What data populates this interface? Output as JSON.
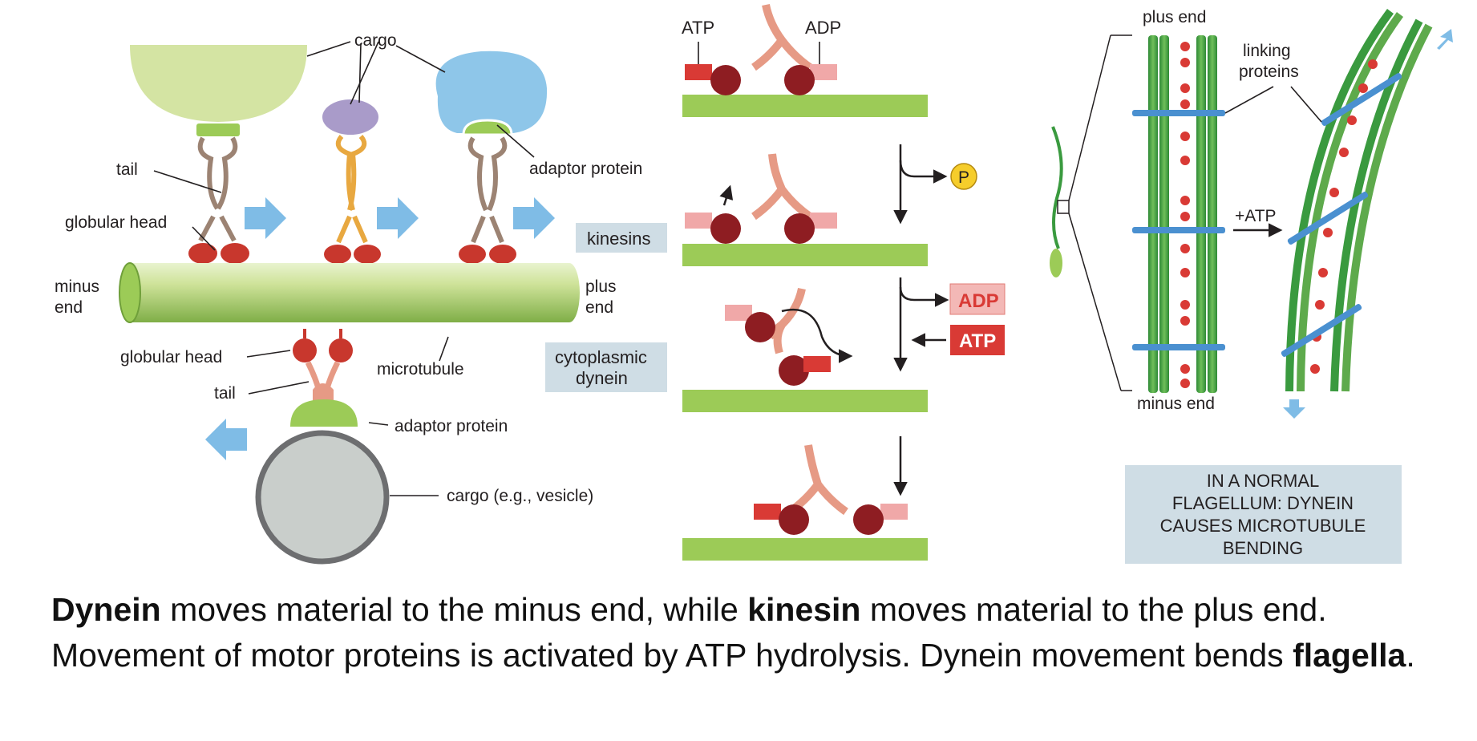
{
  "left_panel": {
    "labels": {
      "cargo": "cargo",
      "tail_top": "tail",
      "globular_head_top": "globular head",
      "adaptor_protein_top": "adaptor protein",
      "kinesins": "kinesins",
      "minus_end_1": "minus",
      "minus_end_2": "end",
      "plus_end_1": "plus",
      "plus_end_2": "end",
      "globular_head_bottom": "globular head",
      "tail_bottom": "tail",
      "microtubule": "microtubule",
      "cytoplasmic_dynein_1": "cytoplasmic",
      "cytoplasmic_dynein_2": "dynein",
      "adaptor_protein_bottom": "adaptor protein",
      "cargo_vesicle": "cargo (e.g., vesicle)"
    }
  },
  "middle_panel": {
    "labels": {
      "atp": "ATP",
      "adp": "ADP",
      "phosphate": "P",
      "adp_box": "ADP",
      "atp_box": "ATP"
    }
  },
  "right_panel": {
    "labels": {
      "plus_end": "plus end",
      "linking_proteins_1": "linking",
      "linking_proteins_2": "proteins",
      "plus_atp": "+ATP",
      "minus_end": "minus end",
      "note_line1": "IN A NORMAL",
      "note_line2": "FLAGELLUM: DYNEIN",
      "note_line3": "CAUSES MICROTUBULE",
      "note_line4": "BENDING"
    }
  },
  "caption": {
    "b1": "Dynein",
    "t1": " moves material to the minus end, while ",
    "b2": "kinesin",
    "t2": " moves material to the plus end. Movement of motor proteins is activated by ATP hydrolysis. Dynein movement bends ",
    "b3": "flagella",
    "t3": "."
  },
  "colors": {
    "microtubule_green": "#8cbf4e",
    "track_green": "#9ccb57",
    "head_red": "#c8372d",
    "dynein_head_dark": "#8e1d22",
    "arrow_blue": "#7fbce6",
    "label_box": "#cfdde5",
    "atp_red": "#d93a35",
    "adp_pink": "#f0a8a8",
    "phosphate_yellow": "#f6cd2b",
    "cargo_green": "#d4e4a3",
    "cargo_purple": "#a99bc9",
    "cargo_blue": "#8ec6e9",
    "vesicle_grey": "#c9cecb",
    "flagellum_green": "#3a9a3f"
  }
}
